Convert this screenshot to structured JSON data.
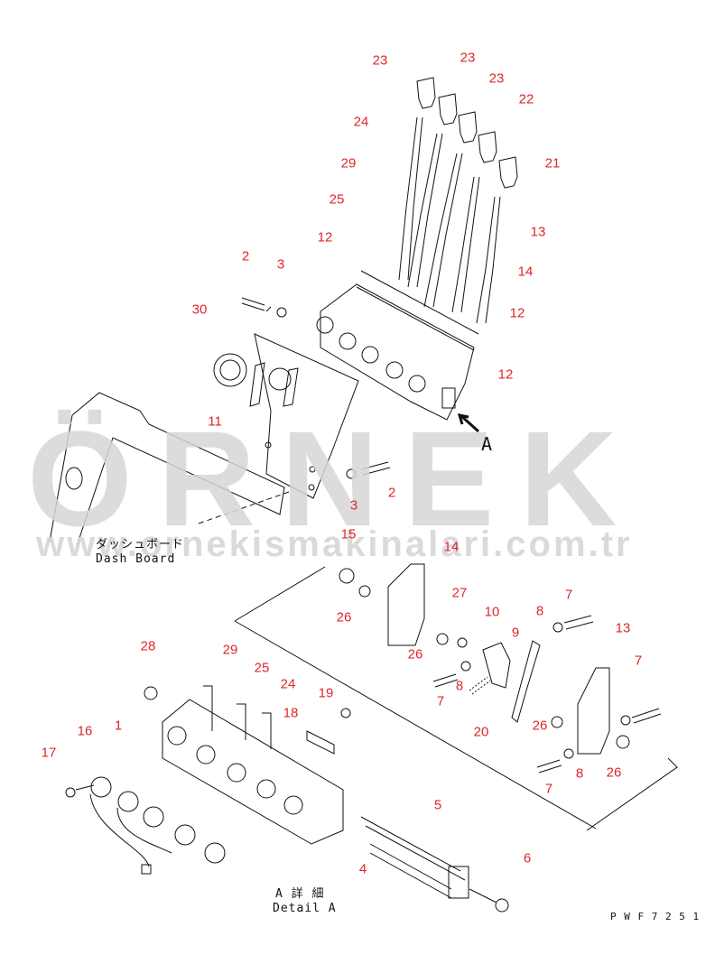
{
  "watermark": {
    "brand": "ÖRNEK",
    "url": "www.ornekismakinalari.com.tr"
  },
  "labels": {
    "dash_board_jp": "ダッシュボード",
    "dash_board_en": "Dash Board",
    "detail_jp": "A 詳 細",
    "detail_en": "Detail A",
    "view_arrow": "A",
    "drawing_code": "P W F 7 2 5 1"
  },
  "callouts": [
    "23",
    "23",
    "23",
    "22",
    "21",
    "24",
    "29",
    "25",
    "12",
    "13",
    "14",
    "12",
    "12",
    "2",
    "3",
    "30",
    "11",
    "3",
    "2",
    "15",
    "14",
    "27",
    "26",
    "10",
    "9",
    "8",
    "7",
    "13",
    "7",
    "26",
    "7",
    "8",
    "20",
    "26",
    "8",
    "7",
    "26",
    "28",
    "29",
    "25",
    "24",
    "18",
    "19",
    "1",
    "16",
    "17",
    "5",
    "4",
    "6"
  ]
}
